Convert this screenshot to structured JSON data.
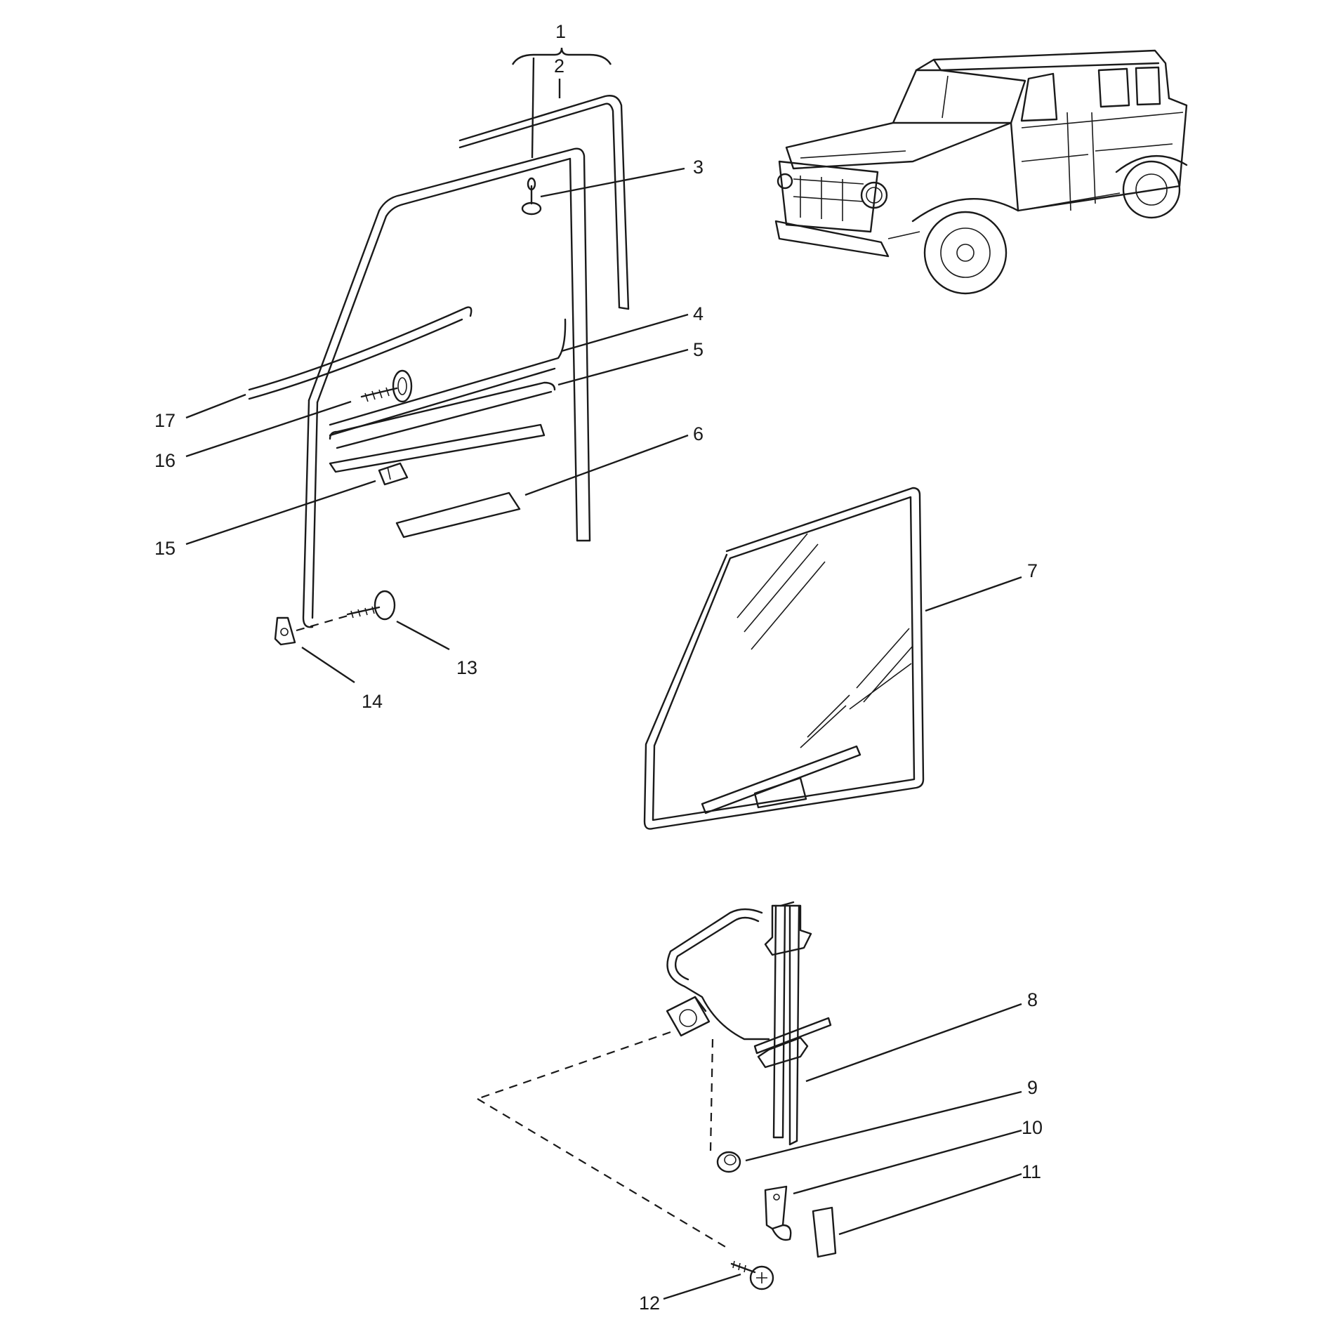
{
  "callouts": [
    {
      "id": "1",
      "label": "1"
    },
    {
      "id": "2",
      "label": "2"
    },
    {
      "id": "3",
      "label": "3"
    },
    {
      "id": "4",
      "label": "4"
    },
    {
      "id": "5",
      "label": "5"
    },
    {
      "id": "6",
      "label": "6"
    },
    {
      "id": "7",
      "label": "7"
    },
    {
      "id": "8",
      "label": "8"
    },
    {
      "id": "9",
      "label": "9"
    },
    {
      "id": "10",
      "label": "10"
    },
    {
      "id": "11",
      "label": "11"
    },
    {
      "id": "12",
      "label": "12"
    },
    {
      "id": "13",
      "label": "13"
    },
    {
      "id": "14",
      "label": "14"
    },
    {
      "id": "15",
      "label": "15"
    },
    {
      "id": "16",
      "label": "16"
    },
    {
      "id": "17",
      "label": "17"
    }
  ],
  "colors": {
    "line": "#1a1a1a",
    "background": "#ffffff"
  }
}
